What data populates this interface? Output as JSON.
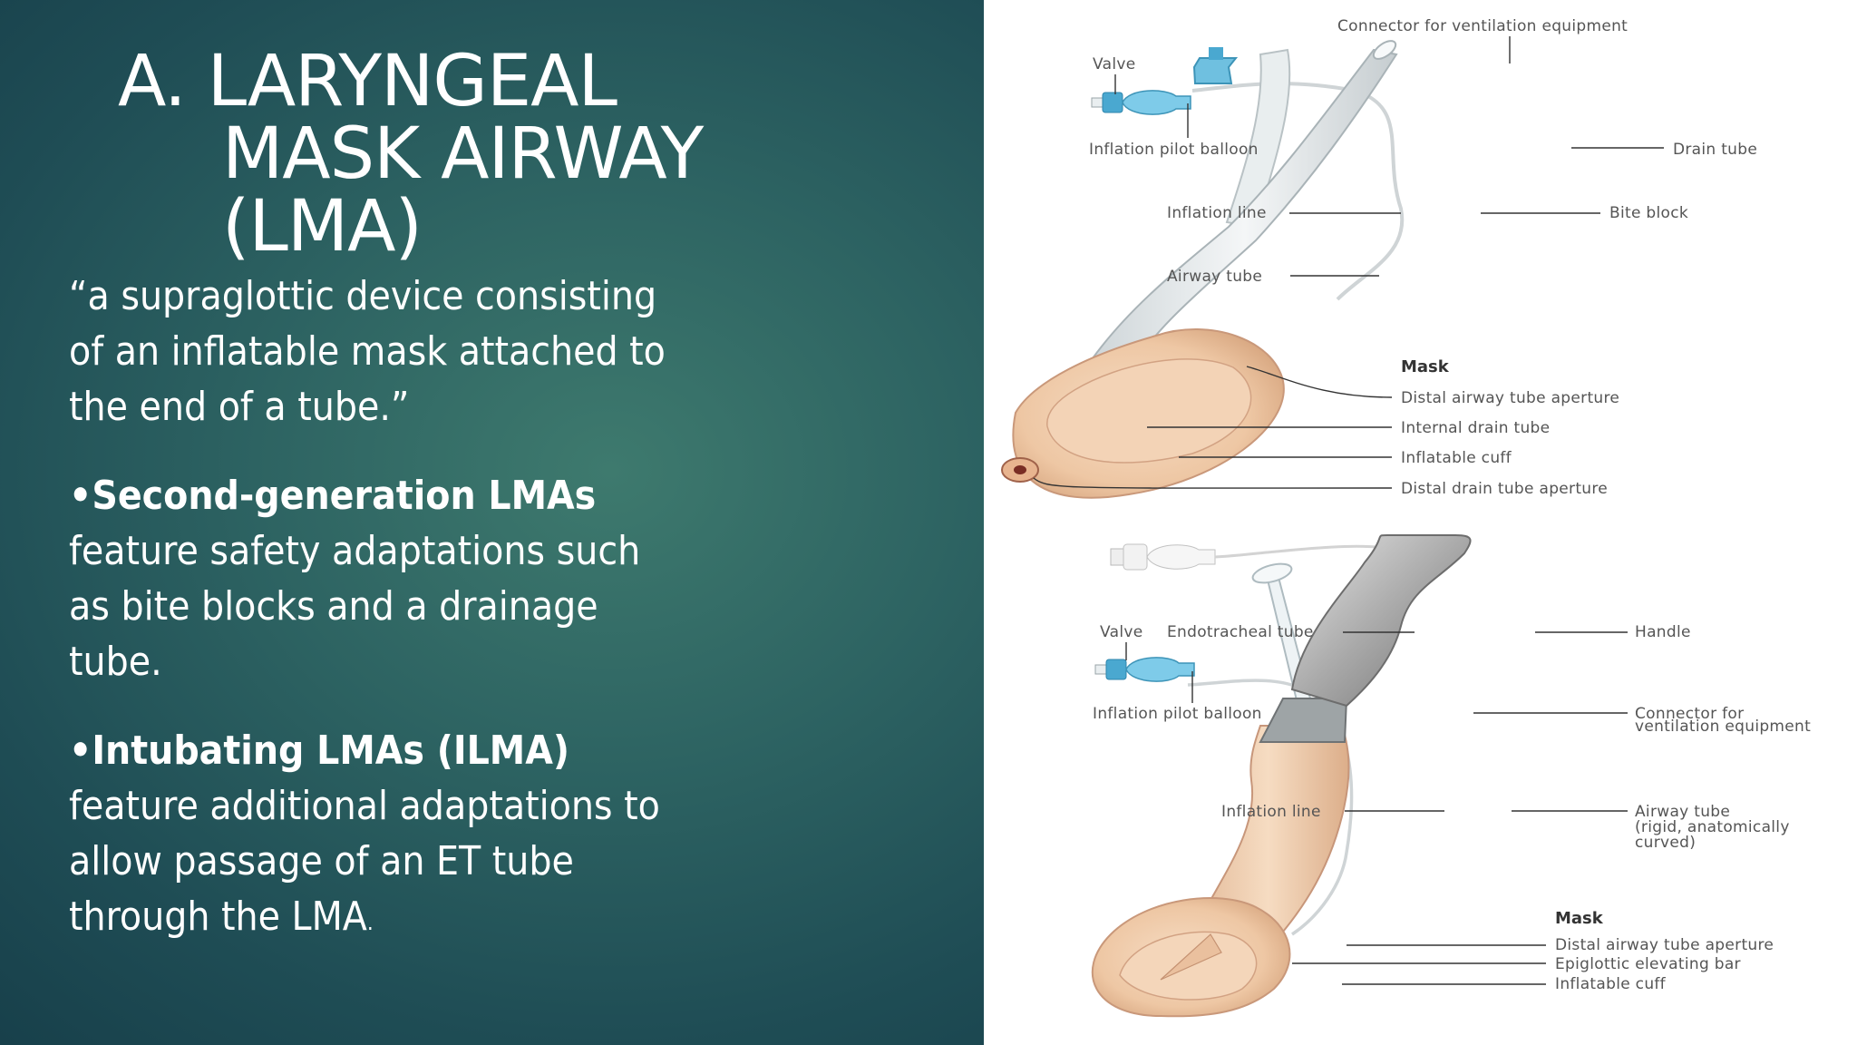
{
  "slide": {
    "title": {
      "line1": "A. LARYNGEAL",
      "line2": "MASK AIRWAY",
      "line3": "(LMA)"
    },
    "definition": [
      "“a supraglottic device consisting",
      "of an inflatable mask attached to",
      "the end of a tube.”"
    ],
    "bullet1": {
      "marker": "•",
      "bold": "Second-generation LMAs",
      "lines": [
        "feature safety adaptations such",
        "as bite blocks and a drainage",
        "tube."
      ]
    },
    "bullet2": {
      "marker": "•",
      "bold": "Intubating LMAs (ILMA)",
      "lines": [
        "feature additional adaptations to",
        "allow passage of an ET tube",
        "through the LMA",
        "."
      ]
    }
  },
  "diagram_top": {
    "labels": {
      "connector": "Connector for ventilation equipment",
      "valve": "Valve",
      "pilot_balloon": "Inflation pilot balloon",
      "drain_tube": "Drain tube",
      "inflation_line": "Inflation line",
      "bite_block": "Bite block",
      "airway_tube": "Airway tube",
      "mask": "Mask",
      "distal_airway": "Distal airway tube aperture",
      "internal_drain": "Internal drain tube",
      "inflatable_cuff": "Inflatable cuff",
      "distal_drain": "Distal drain tube aperture"
    }
  },
  "diagram_bottom": {
    "labels": {
      "valve": "Valve",
      "et_tube": "Endotracheal tube",
      "handle": "Handle",
      "pilot_balloon": "Inflation pilot balloon",
      "connector_1": "Connector for",
      "connector_2": "ventilation equipment",
      "inflation_line": "Inflation line",
      "airway_tube_1": "Airway tube",
      "airway_tube_2": "(rigid, anatomically",
      "airway_tube_3": "curved)",
      "mask": "Mask",
      "distal_airway": "Distal airway tube aperture",
      "epiglottic_bar": "Epiglottic elevating bar",
      "inflatable_cuff": "Inflatable cuff"
    }
  },
  "colors": {
    "accent_teal": "#2d6362",
    "valve_blue": "#5fb6dc",
    "mask_peach": "#eec7a4",
    "handle_gray": "#9a9a9a"
  }
}
